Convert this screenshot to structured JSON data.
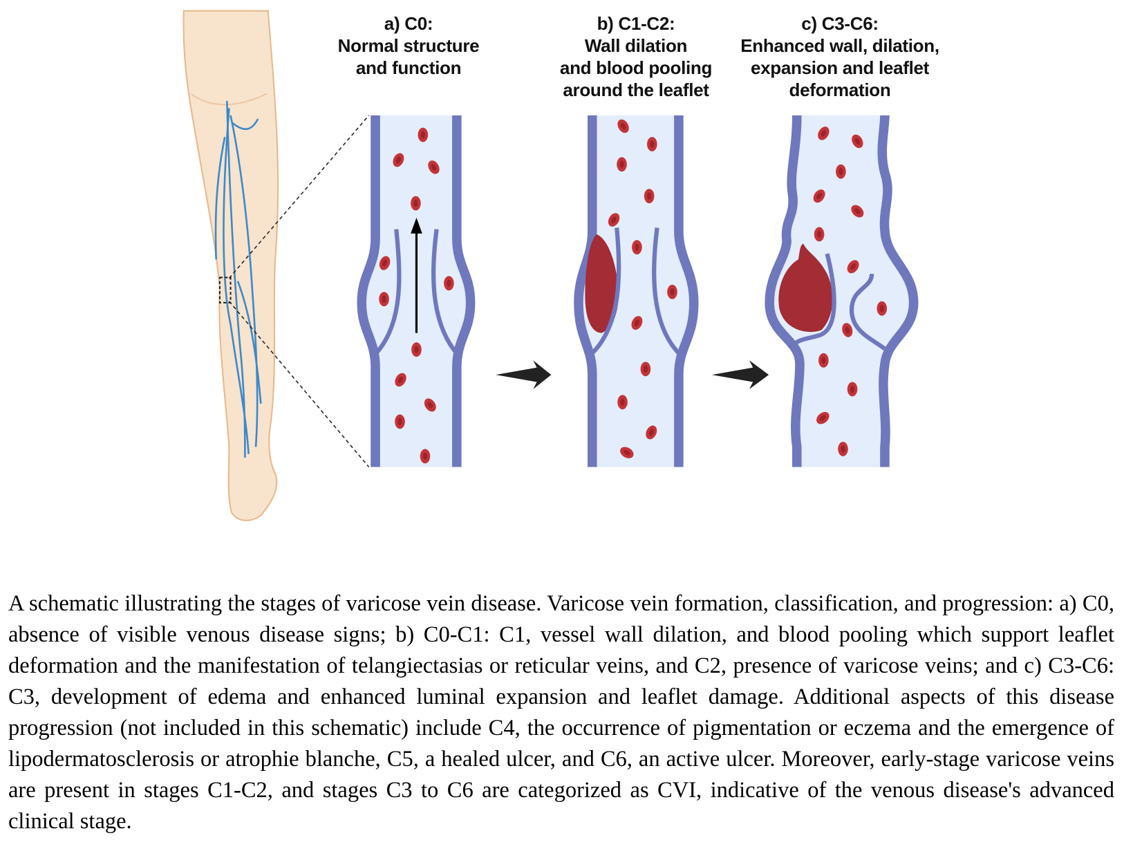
{
  "figure": {
    "panels": [
      {
        "id": "a",
        "label": "a) C0:",
        "lines": [
          "Normal structure",
          "and function"
        ]
      },
      {
        "id": "b",
        "label": "b) C1-C2:",
        "lines": [
          "Wall dilation",
          "and blood pooling",
          "around the leaflet"
        ]
      },
      {
        "id": "c",
        "label": "c) C3-C6:",
        "lines": [
          "Enhanced wall, dilation,",
          "expansion and leaflet",
          "deformation"
        ]
      }
    ],
    "colors": {
      "vein_wall": "#6f78bd",
      "vein_wall_dark": "#4b559f",
      "lumen": "#e3edfb",
      "blood_cell": "#c23439",
      "clot": "#a32c35",
      "skin": "#f8e3cd",
      "skin_outline": "#e7b98d",
      "leg_vein": "#3c89c9"
    }
  },
  "caption": "A schematic illustrating the stages of varicose vein disease. Varicose vein formation, classification, and progression: a) C0, absence of visible venous disease signs; b) C0-C1: C1, vessel wall dilation, and blood pooling which support leaflet deformation and the manifestation of telangiectasias or reticular veins, and C2, presence of varicose veins; and c) C3-C6: C3, development of edema and enhanced luminal expansion and leaflet damage. Additional aspects of this disease progression (not included in this schematic) include C4, the occurrence of pigmentation or eczema and the emergence of lipodermatosclerosis or atrophie blanche, C5, a healed ulcer, and C6, an active ulcer. Moreover, early-stage varicose veins are present in stages C1-C2, and stages C3 to C6 are categorized as CVI, indicative of the venous disease's advanced clinical stage."
}
